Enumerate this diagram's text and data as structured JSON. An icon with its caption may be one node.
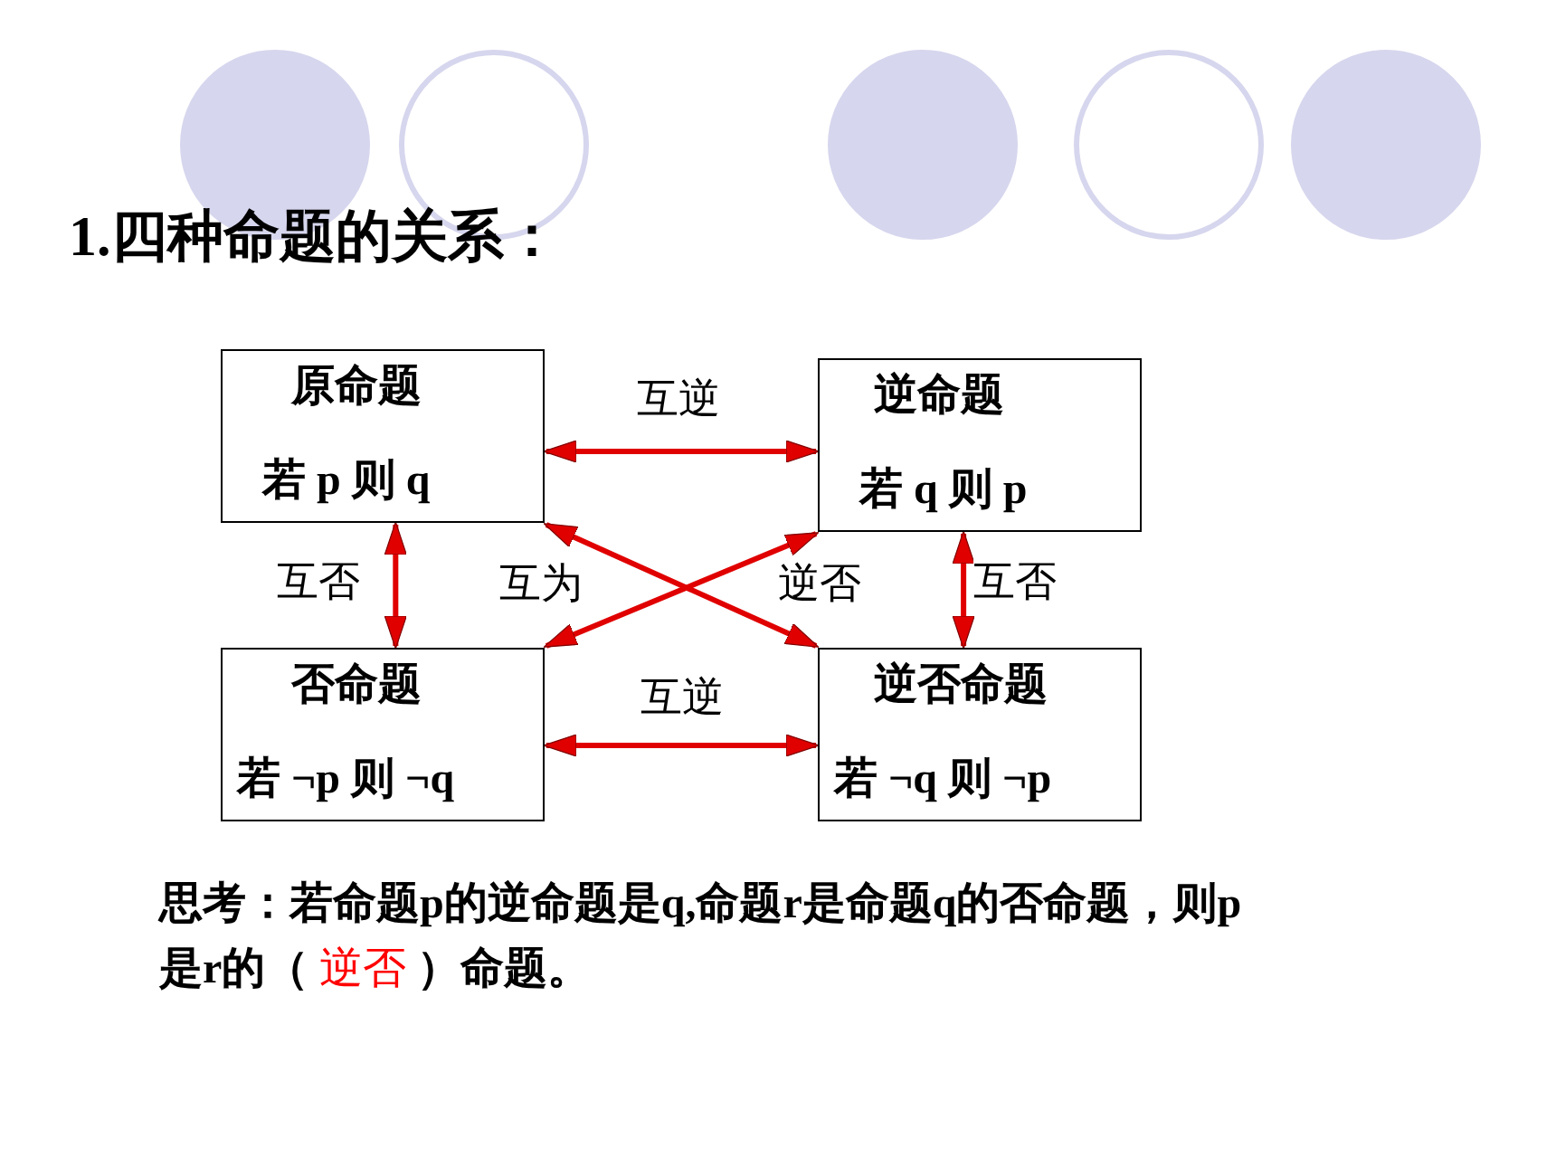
{
  "diagram": {
    "title": "1.四种命题的关系：",
    "nodes": [
      {
        "text": [
          "原命题",
          "若 p 则 q"
        ]
      },
      {
        "text": [
          "逆命题",
          "若 q 则 p"
        ]
      },
      {
        "text": [
          "否命题",
          "若 ¬p 则 ¬q"
        ]
      },
      {
        "text": [
          "逆否命题",
          "若 ¬q 则 ¬p"
        ]
      }
    ],
    "edges": [
      {
        "from": 0,
        "to": 1,
        "arrow": "both",
        "label": "互逆"
      },
      {
        "from": 0,
        "to": 2,
        "arrow": "both",
        "label": "互否"
      },
      {
        "from": 0,
        "to": 3,
        "arrow": "both",
        "label": "互为"
      },
      {
        "from": 1,
        "to": 2,
        "arrow": "both",
        "label": "逆否"
      },
      {
        "from": 2,
        "to": 3,
        "arrow": "both",
        "label": "互逆"
      },
      {
        "from": 1,
        "to": 3,
        "arrow": "both",
        "label": "互否"
      }
    ],
    "labels": [
      "思考：若命题p的逆命题是q,命题r是命题q的否命题，则p是r的（",
      "逆否",
      "）命题。"
    ]
  }
}
